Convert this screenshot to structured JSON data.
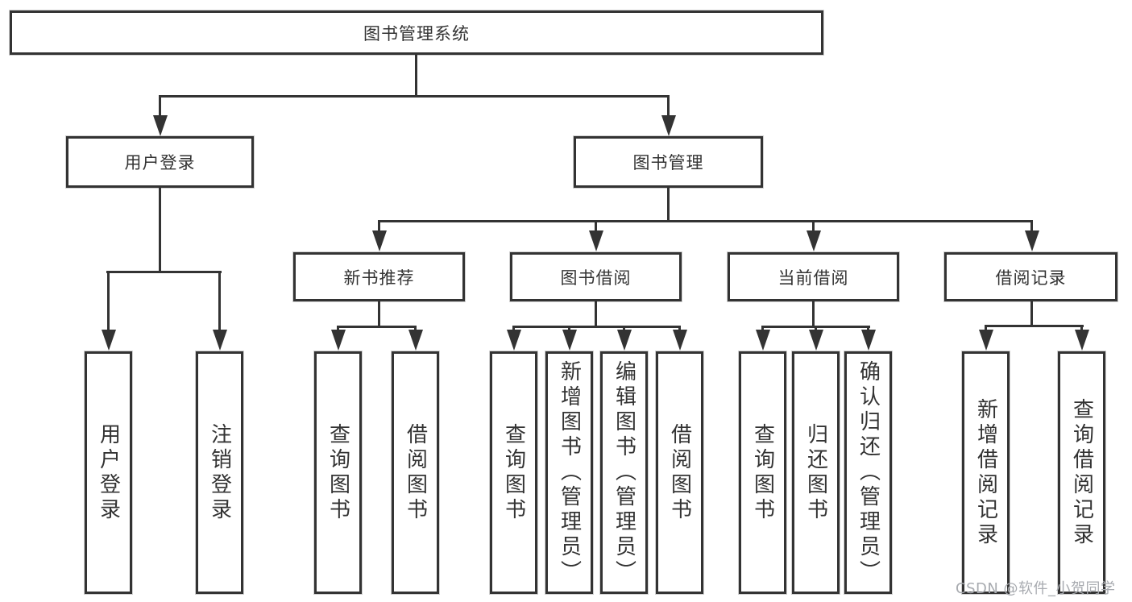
{
  "nodes": {
    "root": {
      "label": "图书管理系统",
      "children": [
        {
          "label": "用户登录",
          "children": [
            {
              "label": "用户登录"
            },
            {
              "label": "注销登录"
            }
          ]
        },
        {
          "label": "图书管理",
          "children": [
            {
              "label": "新书推荐",
              "children": [
                {
                  "label": "查询图书"
                },
                {
                  "label": "借阅图书"
                }
              ]
            },
            {
              "label": "图书借阅",
              "children": [
                {
                  "label": "查询图书"
                },
                {
                  "label": "新增图书（管理员）"
                },
                {
                  "label": "编辑图书（管理员）"
                },
                {
                  "label": "借阅图书"
                }
              ]
            },
            {
              "label": "当前借阅",
              "children": [
                {
                  "label": "查询图书"
                },
                {
                  "label": "归还图书"
                },
                {
                  "label": "确认归还（管理员）"
                }
              ]
            },
            {
              "label": "借阅记录",
              "children": [
                {
                  "label": "新增借阅记录"
                },
                {
                  "label": "查询借阅记录"
                }
              ]
            }
          ]
        }
      ]
    }
  },
  "watermark": {
    "text": "CSDN @软件_小贺同学"
  },
  "colors": {
    "line": "#333333",
    "text": "#333333",
    "watermark": "#a8abb0",
    "background": "#ffffff"
  }
}
